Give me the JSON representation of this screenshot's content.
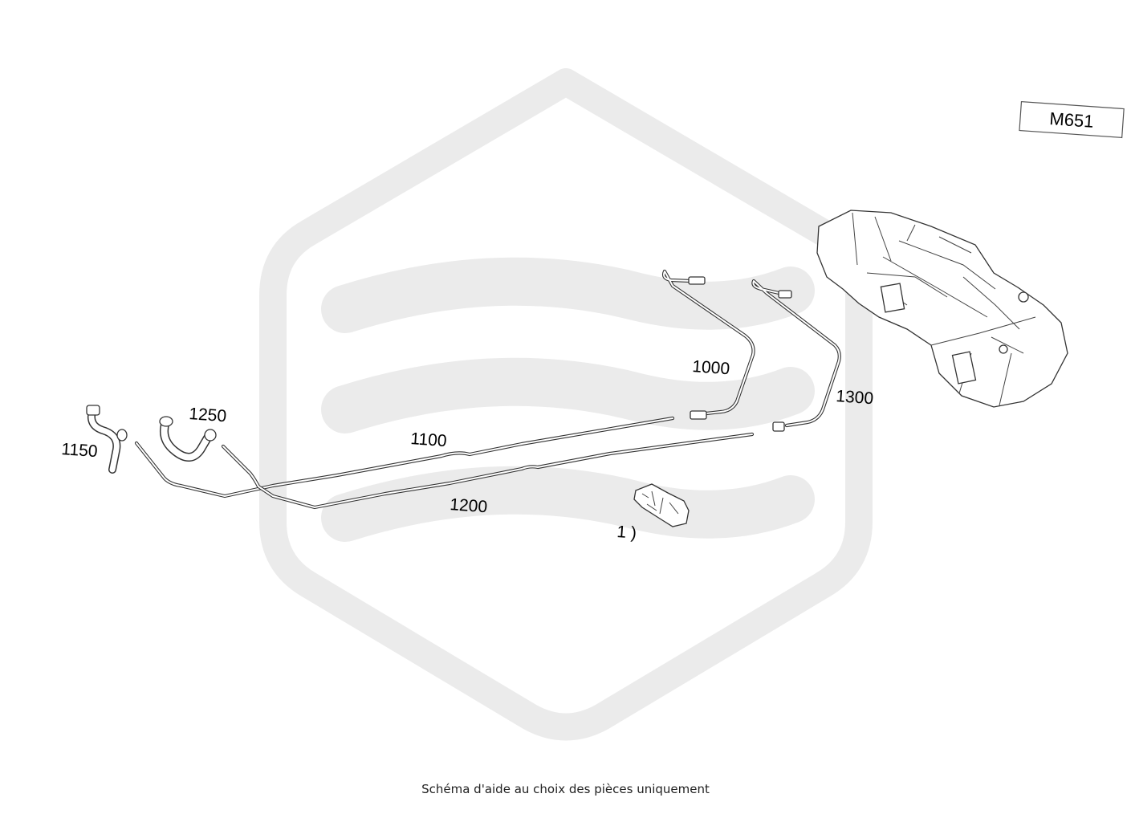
{
  "model_code": "M651",
  "part_labels": {
    "p1000": "1000",
    "p1100": "1100",
    "p1150": "1150",
    "p1200": "1200",
    "p1250": "1250",
    "p1300": "1300",
    "p_partial": "1 )"
  },
  "caption": "Schéma d'aide au choix des pièces uniquement",
  "colors": {
    "watermark": "#ebebeb",
    "line": "#333333"
  }
}
